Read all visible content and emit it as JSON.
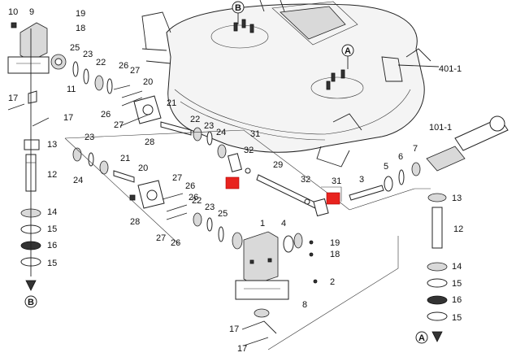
{
  "callouts": [
    {
      "id": "c10",
      "text": "10"
    },
    {
      "id": "c9",
      "text": "9"
    },
    {
      "id": "c19a",
      "text": "19"
    },
    {
      "id": "c18a",
      "text": "18"
    },
    {
      "id": "c25a",
      "text": "25"
    },
    {
      "id": "c23a",
      "text": "23"
    },
    {
      "id": "c22a",
      "text": "22"
    },
    {
      "id": "c26a",
      "text": "26"
    },
    {
      "id": "c27a",
      "text": "27"
    },
    {
      "id": "c20a",
      "text": "20"
    },
    {
      "id": "c11",
      "text": "11"
    },
    {
      "id": "c17a",
      "text": "17"
    },
    {
      "id": "c17b",
      "text": "17"
    },
    {
      "id": "c21a",
      "text": "21"
    },
    {
      "id": "c26b",
      "text": "26"
    },
    {
      "id": "c27b",
      "text": "27"
    },
    {
      "id": "c28a",
      "text": "28"
    },
    {
      "id": "c13a",
      "text": "13"
    },
    {
      "id": "c12a",
      "text": "12"
    },
    {
      "id": "c14a",
      "text": "14"
    },
    {
      "id": "c15a",
      "text": "15"
    },
    {
      "id": "c16a",
      "text": "16"
    },
    {
      "id": "c15b",
      "text": "15"
    },
    {
      "id": "c22b",
      "text": "22"
    },
    {
      "id": "c23b",
      "text": "23"
    },
    {
      "id": "c24a",
      "text": "24"
    },
    {
      "id": "c31a",
      "text": "31"
    },
    {
      "id": "c32a",
      "text": "32"
    },
    {
      "id": "c29",
      "text": "29"
    },
    {
      "id": "c32b",
      "text": "32"
    },
    {
      "id": "c31b",
      "text": "31"
    },
    {
      "id": "c3",
      "text": "3"
    },
    {
      "id": "c5",
      "text": "5"
    },
    {
      "id": "c6",
      "text": "6"
    },
    {
      "id": "c7",
      "text": "7"
    },
    {
      "id": "c101",
      "text": "101-1"
    },
    {
      "id": "c401",
      "text": "401-1"
    },
    {
      "id": "c24b",
      "text": "24"
    },
    {
      "id": "c23c",
      "text": "23"
    },
    {
      "id": "c21b",
      "text": "21"
    },
    {
      "id": "c20b",
      "text": "20"
    },
    {
      "id": "c27c",
      "text": "27"
    },
    {
      "id": "c26c",
      "text": "26"
    },
    {
      "id": "c28b",
      "text": "28"
    },
    {
      "id": "c26d",
      "text": "26"
    },
    {
      "id": "c27d",
      "text": "27"
    },
    {
      "id": "c26e",
      "text": "26"
    },
    {
      "id": "c22c",
      "text": "22"
    },
    {
      "id": "c23d",
      "text": "23"
    },
    {
      "id": "c25b",
      "text": "25"
    },
    {
      "id": "c1",
      "text": "1"
    },
    {
      "id": "c4",
      "text": "4"
    },
    {
      "id": "c19b",
      "text": "19"
    },
    {
      "id": "c18b",
      "text": "18"
    },
    {
      "id": "c2",
      "text": "2"
    },
    {
      "id": "c8",
      "text": "8"
    },
    {
      "id": "c17c",
      "text": "17"
    },
    {
      "id": "c17d",
      "text": "17"
    },
    {
      "id": "c13b",
      "text": "13"
    },
    {
      "id": "c12b",
      "text": "12"
    },
    {
      "id": "c14b",
      "text": "14"
    },
    {
      "id": "c15c",
      "text": "15"
    },
    {
      "id": "c16b",
      "text": "16"
    },
    {
      "id": "c15d",
      "text": "15"
    }
  ],
  "markers": {
    "a": "A",
    "b": "B"
  },
  "highlight_color": "#e8231e"
}
